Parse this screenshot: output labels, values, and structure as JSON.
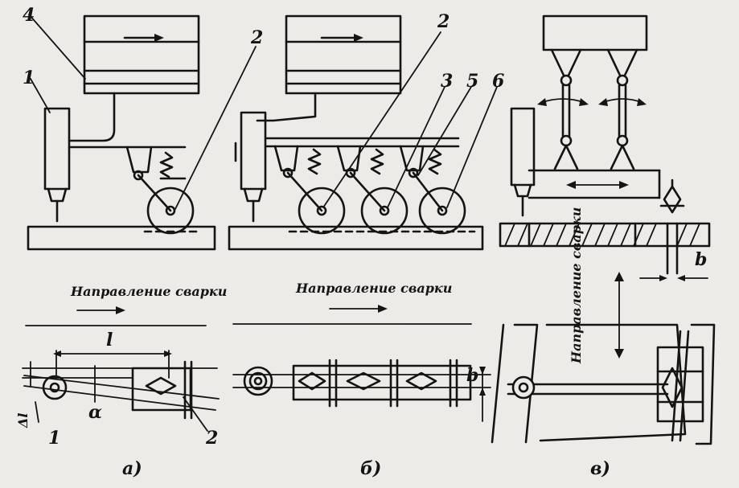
{
  "labels": {
    "n1": "1",
    "n2": "2",
    "n3": "3",
    "n4": "4",
    "n5": "5",
    "n6": "6",
    "l": "l",
    "b": "b",
    "alpha": "α",
    "delta_l": "Δl"
  },
  "welding_direction": "Направление сварки",
  "captions": {
    "a": "а)",
    "b": "б)",
    "v": "в)"
  }
}
